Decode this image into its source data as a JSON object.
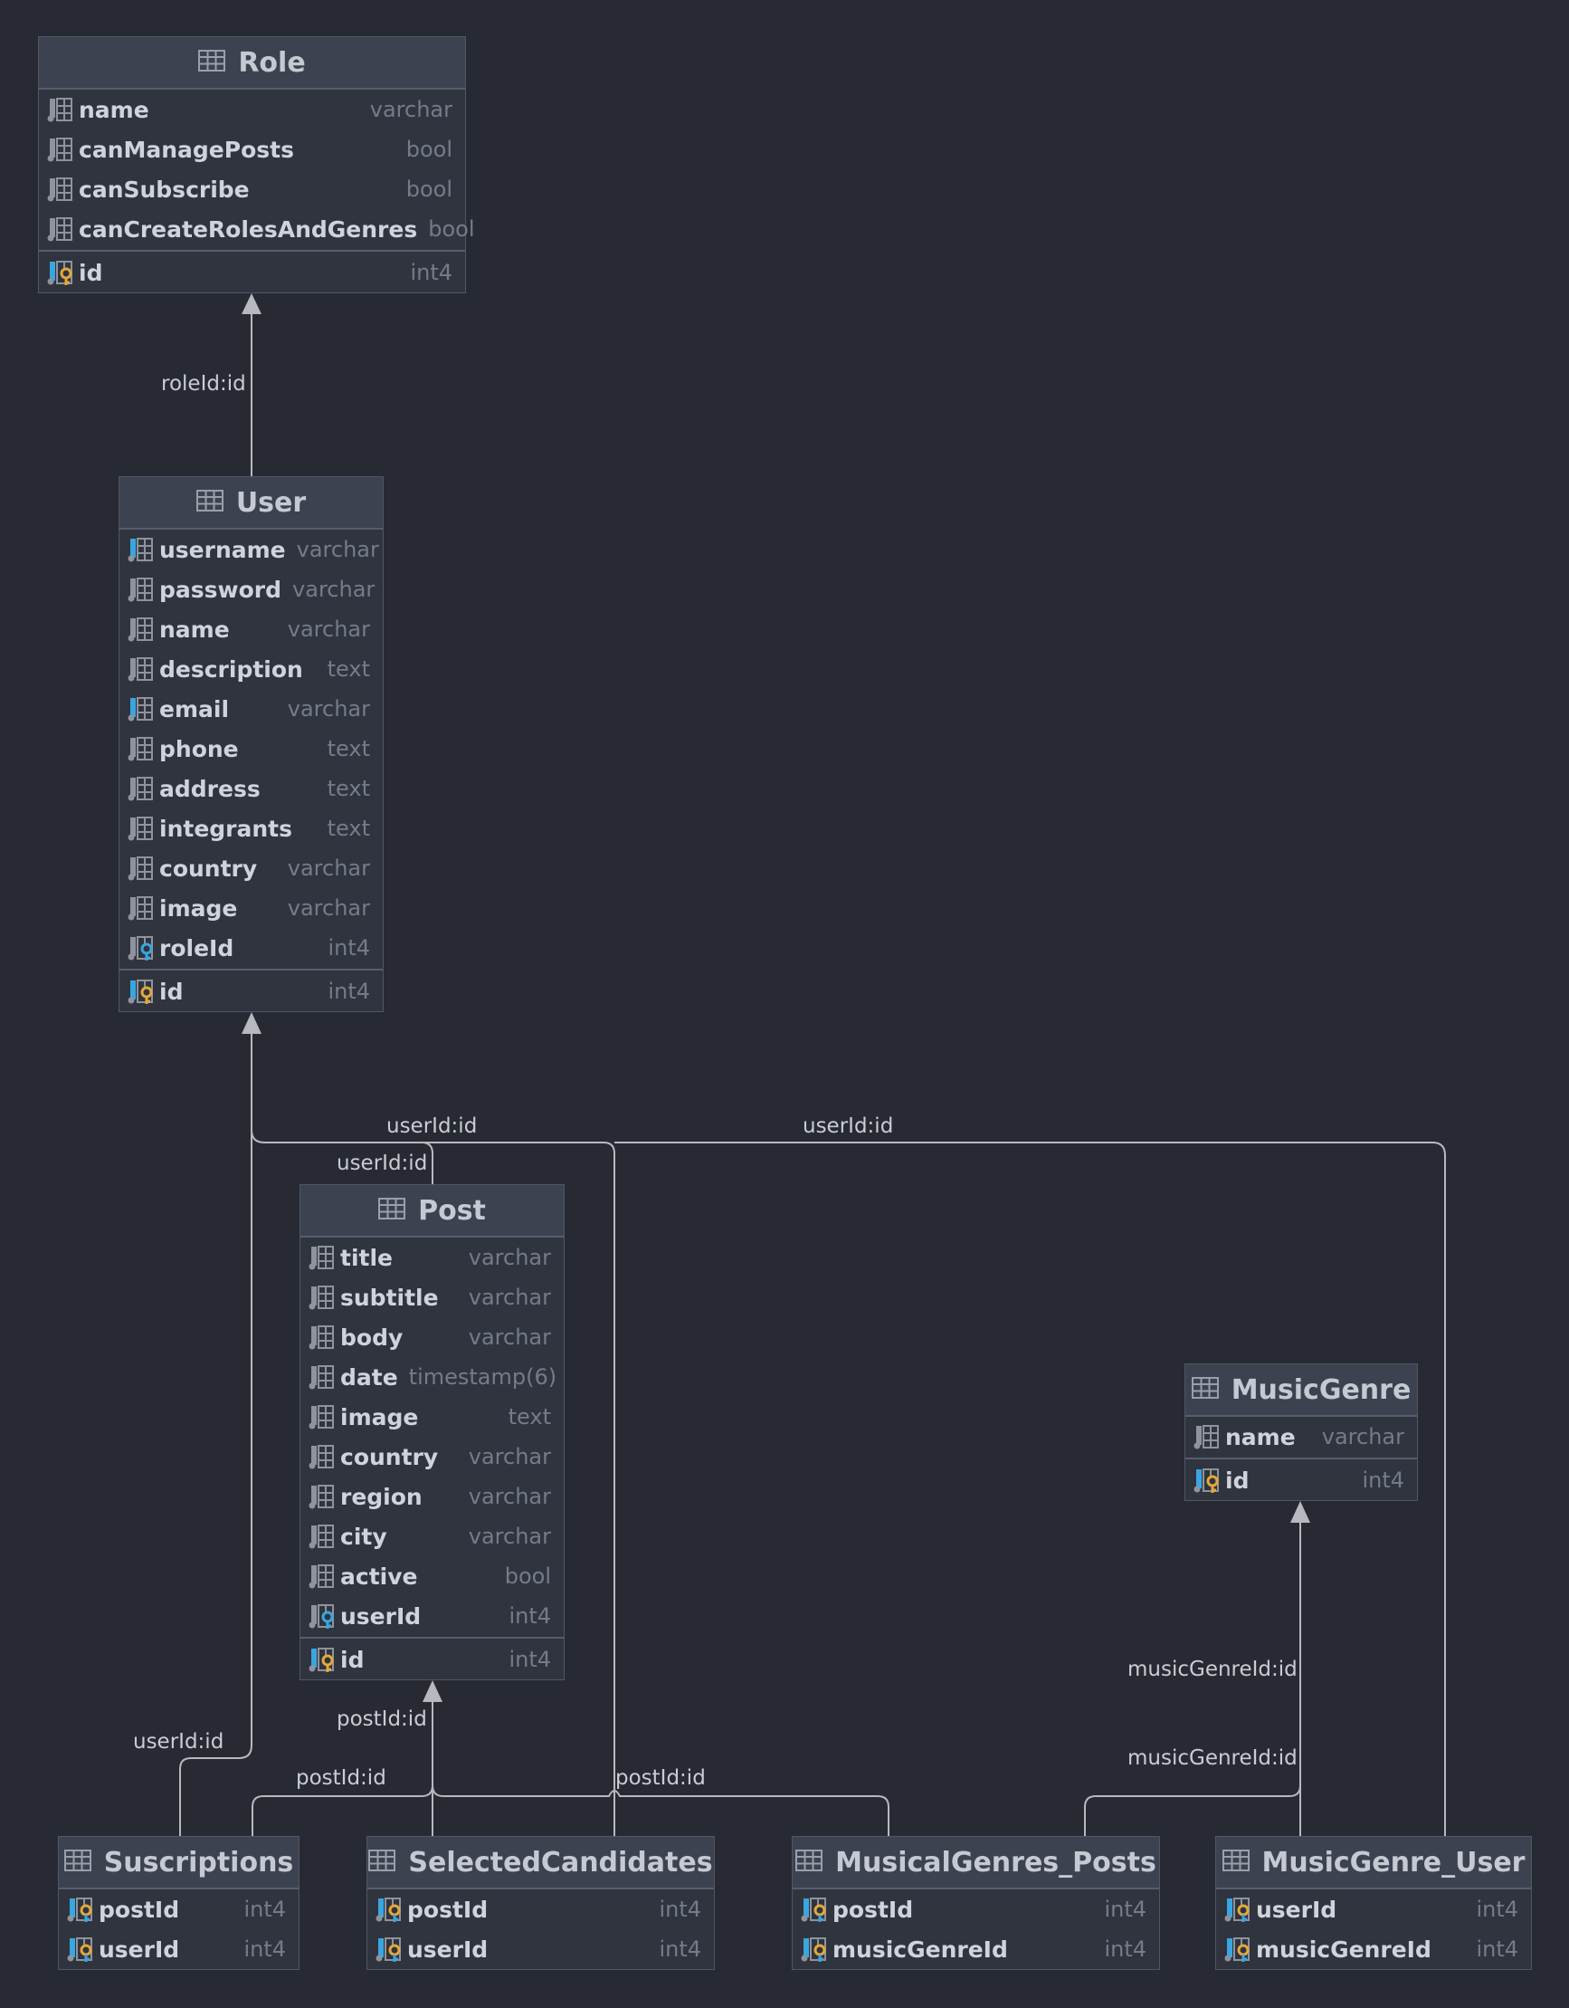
{
  "colors": {
    "background": "#272a33",
    "table_bg": "#30343e",
    "header_bg": "#3c4250",
    "edge": "#b7b9bf",
    "key_gold": "#e4a93a",
    "key_blue": "#3aa6e0"
  },
  "tables": {
    "role": {
      "title": "Role",
      "columns": [
        {
          "name": "name",
          "type": "varchar",
          "icon": "column-icon"
        },
        {
          "name": "canManagePosts",
          "type": "bool",
          "icon": "column-icon"
        },
        {
          "name": "canSubscribe",
          "type": "bool",
          "icon": "column-icon"
        },
        {
          "name": "canCreateRolesAndGenres",
          "type": "bool",
          "icon": "column-icon"
        }
      ],
      "keys": [
        {
          "name": "id",
          "type": "int4",
          "icon": "primary-key-icon"
        }
      ]
    },
    "user": {
      "title": "User",
      "columns": [
        {
          "name": "username",
          "type": "varchar",
          "icon": "unique-column-icon"
        },
        {
          "name": "password",
          "type": "varchar",
          "icon": "column-icon"
        },
        {
          "name": "name",
          "type": "varchar",
          "icon": "column-icon"
        },
        {
          "name": "description",
          "type": "text",
          "icon": "column-icon"
        },
        {
          "name": "email",
          "type": "varchar",
          "icon": "unique-column-icon"
        },
        {
          "name": "phone",
          "type": "text",
          "icon": "column-icon"
        },
        {
          "name": "address",
          "type": "text",
          "icon": "column-icon"
        },
        {
          "name": "integrants",
          "type": "text",
          "icon": "column-icon"
        },
        {
          "name": "country",
          "type": "varchar",
          "icon": "column-icon"
        },
        {
          "name": "image",
          "type": "varchar",
          "icon": "column-icon"
        },
        {
          "name": "roleId",
          "type": "int4",
          "icon": "foreign-key-icon"
        }
      ],
      "keys": [
        {
          "name": "id",
          "type": "int4",
          "icon": "primary-key-icon"
        }
      ]
    },
    "post": {
      "title": "Post",
      "columns": [
        {
          "name": "title",
          "type": "varchar",
          "icon": "column-icon"
        },
        {
          "name": "subtitle",
          "type": "varchar",
          "icon": "column-icon"
        },
        {
          "name": "body",
          "type": "varchar",
          "icon": "column-icon"
        },
        {
          "name": "date",
          "type": "timestamp(6)",
          "icon": "column-icon"
        },
        {
          "name": "image",
          "type": "text",
          "icon": "column-icon"
        },
        {
          "name": "country",
          "type": "varchar",
          "icon": "column-icon"
        },
        {
          "name": "region",
          "type": "varchar",
          "icon": "column-icon"
        },
        {
          "name": "city",
          "type": "varchar",
          "icon": "column-icon"
        },
        {
          "name": "active",
          "type": "bool",
          "icon": "column-icon"
        },
        {
          "name": "userId",
          "type": "int4",
          "icon": "foreign-key-icon"
        }
      ],
      "keys": [
        {
          "name": "id",
          "type": "int4",
          "icon": "primary-key-icon"
        }
      ]
    },
    "musicgenre": {
      "title": "MusicGenre",
      "columns": [
        {
          "name": "name",
          "type": "varchar",
          "icon": "column-icon"
        }
      ],
      "keys": [
        {
          "name": "id",
          "type": "int4",
          "icon": "primary-key-icon"
        }
      ]
    },
    "suscriptions": {
      "title": "Suscriptions",
      "columns": [
        {
          "name": "postId",
          "type": "int4",
          "icon": "composite-key-icon"
        },
        {
          "name": "userId",
          "type": "int4",
          "icon": "composite-key-icon"
        }
      ],
      "keys": []
    },
    "selectedcandidates": {
      "title": "SelectedCandidates",
      "columns": [
        {
          "name": "postId",
          "type": "int4",
          "icon": "composite-key-icon"
        },
        {
          "name": "userId",
          "type": "int4",
          "icon": "composite-key-icon"
        }
      ],
      "keys": []
    },
    "musicalgenres_posts": {
      "title": "MusicalGenres_Posts",
      "columns": [
        {
          "name": "postId",
          "type": "int4",
          "icon": "composite-key-icon"
        },
        {
          "name": "musicGenreId",
          "type": "int4",
          "icon": "composite-key-icon"
        }
      ],
      "keys": []
    },
    "musicgenre_user": {
      "title": "MusicGenre_User",
      "columns": [
        {
          "name": "userId",
          "type": "int4",
          "icon": "composite-key-icon"
        },
        {
          "name": "musicGenreId",
          "type": "int4",
          "icon": "composite-key-icon"
        }
      ],
      "keys": []
    }
  },
  "relations": {
    "user_role": "roleId:id",
    "post_user": "userId:id",
    "selectedcandidates_user": "userId:id",
    "musicgenre_user_user": "userId:id",
    "suscriptions_user": "userId:id",
    "post_post": "postId:id",
    "suscriptions_post": "postId:id",
    "musicalgenres_posts_post": "postId:id",
    "musicalgenres_posts_genre": "musicGenreId:id",
    "musicgenre_user_genre": "musicGenreId:id"
  }
}
